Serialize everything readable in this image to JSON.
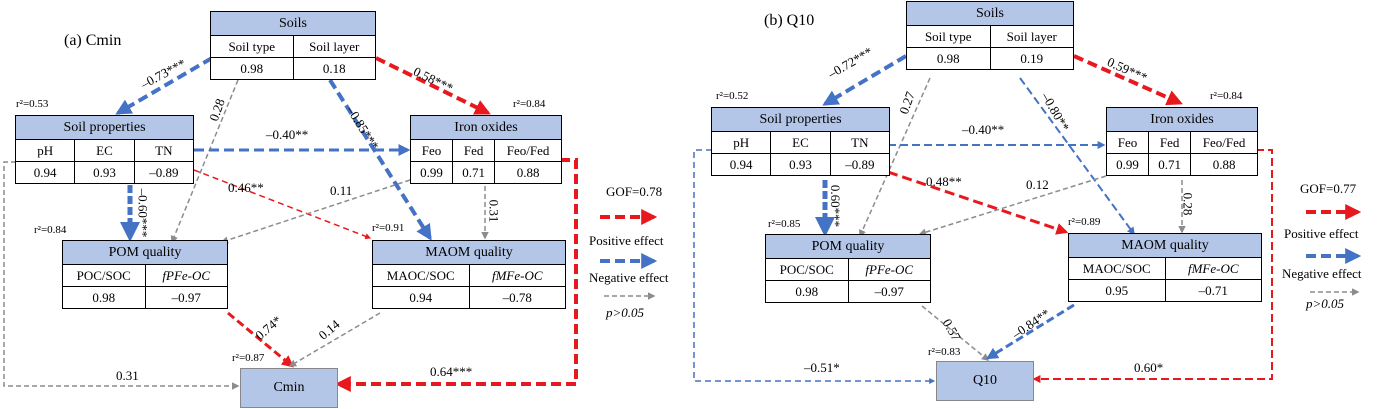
{
  "panel_a": {
    "title": "(a) Cmin",
    "soils": {
      "header": "Soils",
      "labels": [
        "Soil type",
        "Soil layer"
      ],
      "values": [
        "0.98",
        "0.18"
      ]
    },
    "soil_props": {
      "header": "Soil properties",
      "r2": "r²=0.53",
      "labels": [
        "pH",
        "EC",
        "TN"
      ],
      "values": [
        "0.94",
        "0.93",
        "–0.89"
      ]
    },
    "iron": {
      "header": "Iron oxides",
      "r2": "r²=0.84",
      "labels": [
        "Feo",
        "Fed",
        "Feo/Fed"
      ],
      "values": [
        "0.99",
        "0.71",
        "0.88"
      ]
    },
    "pom": {
      "header": "POM quality",
      "r2": "r²=0.84",
      "labels": [
        "POC/SOC",
        "fPFe-OC"
      ],
      "values": [
        "0.98",
        "–0.97"
      ]
    },
    "maom": {
      "header": "MAOM quality",
      "r2": "r²=0.91",
      "labels": [
        "MAOC/SOC",
        "fMFe-OC"
      ],
      "values": [
        "0.94",
        "–0.78"
      ]
    },
    "target": {
      "label": "Cmin",
      "r2": "r²=0.87"
    },
    "coefs": {
      "soils_props": "–0.73***",
      "soils_iron": "0.58***",
      "soils_pom": "0.28",
      "soils_maom": "–0.85***",
      "props_iron": "–0.40**",
      "props_pom": "–0.60***",
      "props_maom": "0.46**",
      "iron_pom": "0.11",
      "iron_maom": "0.31",
      "pom_target": "0.74*",
      "maom_target": "0.14",
      "props_target": "0.31",
      "iron_target": "0.64***"
    }
  },
  "panel_b": {
    "title": "(b) Q10",
    "soils": {
      "header": "Soils",
      "labels": [
        "Soil type",
        "Soil layer"
      ],
      "values": [
        "0.98",
        "0.19"
      ]
    },
    "soil_props": {
      "header": "Soil properties",
      "r2": "r²=0.52",
      "labels": [
        "pH",
        "EC",
        "TN"
      ],
      "values": [
        "0.94",
        "0.93",
        "–0.89"
      ]
    },
    "iron": {
      "header": "Iron oxides",
      "r2": "r²=0.84",
      "labels": [
        "Feo",
        "Fed",
        "Feo/Fed"
      ],
      "values": [
        "0.99",
        "0.71",
        "0.88"
      ]
    },
    "pom": {
      "header": "POM quality",
      "r2": "r²=0.85",
      "labels": [
        "POC/SOC",
        "fPFe-OC"
      ],
      "values": [
        "0.98",
        "–0.97"
      ]
    },
    "maom": {
      "header": "MAOM quality",
      "r2": "r²=0.89",
      "labels": [
        "MAOC/SOC",
        "fMFe-OC"
      ],
      "values": [
        "0.95",
        "–0.71"
      ]
    },
    "target": {
      "label": "Q10",
      "r2": "r²=0.83"
    },
    "coefs": {
      "soils_props": "–0.72***",
      "soils_iron": "0.59***",
      "soils_pom": "0.27",
      "soils_maom": "–0.80**",
      "props_iron": "–0.40**",
      "props_pom": "0.60***",
      "props_maom": "0.48**",
      "iron_pom": "0.12",
      "iron_maom": "0.28",
      "pom_target": "0.57",
      "maom_target": "–0.84**",
      "props_target": "–0.51*",
      "iron_target": "0.60*"
    }
  },
  "legend_a": {
    "gof": "GOF=0.78",
    "pos": "Positive effect",
    "neg": "Negative effect",
    "ns": "p>0.05"
  },
  "legend_b": {
    "gof": "GOF=0.77",
    "pos": "Positive effect",
    "neg": "Negative effect",
    "ns": "p>0.05"
  },
  "colors": {
    "positive": "#e8191e",
    "negative": "#4472c4",
    "ns": "#8c8c8c",
    "header": "#b4c6e7"
  }
}
